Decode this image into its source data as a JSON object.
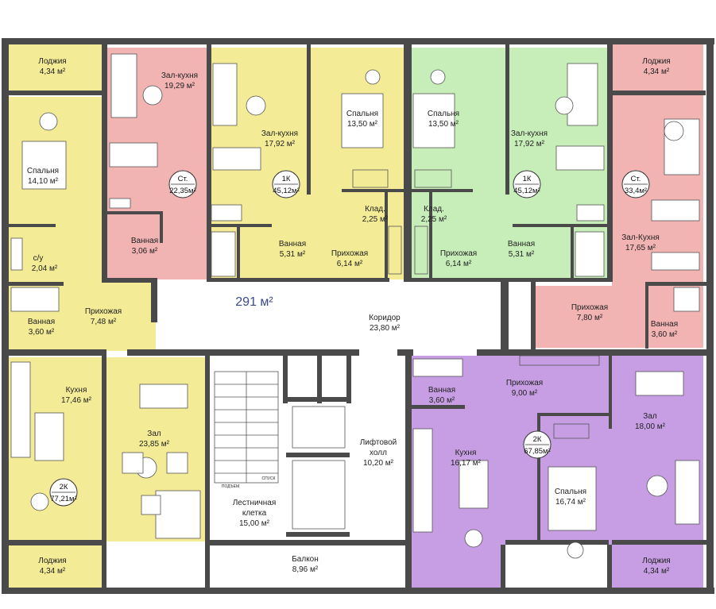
{
  "colors": {
    "pink": "#f2b3b3",
    "yellow": "#f3eb95",
    "green": "#c7eeb9",
    "purple": "#c79ee4",
    "corridor": "#ffffff",
    "wall": "#4a4a4a"
  },
  "total_area": "291 м²",
  "apartments": [
    {
      "id": "st-left",
      "type": "Ст.",
      "area": "22,35м²",
      "color": "pink"
    },
    {
      "id": "1k-left",
      "type": "1К",
      "area": "45,12м²",
      "color": "yellow"
    },
    {
      "id": "1k-right",
      "type": "1К",
      "area": "45,12м²",
      "color": "green"
    },
    {
      "id": "st-right",
      "type": "Ст.",
      "area": "33,4м²",
      "color": "pink"
    },
    {
      "id": "2k-left",
      "type": "2К",
      "area": "77,21м²",
      "color": "yellow"
    },
    {
      "id": "2k-right",
      "type": "2К",
      "area": "67,85м²",
      "color": "purple"
    }
  ],
  "rooms": {
    "loggia_tl": {
      "name": "Лоджия",
      "area": "4,34 м²"
    },
    "zal_kitchen_st_left": {
      "name": "Зал-кухня",
      "area": "19,29 м²"
    },
    "bedroom_left": {
      "name": "Спальня",
      "area": "14,10 м²"
    },
    "bath_st_left": {
      "name": "Ванная",
      "area": "3,06 м²"
    },
    "wc_left": {
      "name": "с/у",
      "area": "2,04 м²"
    },
    "zal_kitchen_1k_left": {
      "name": "Зал-кухня",
      "area": "17,92 м²"
    },
    "bedroom_1k_left": {
      "name": "Спальня",
      "area": "13,50 м²"
    },
    "storage_left": {
      "name": "Клад.",
      "area": "2,25 м²"
    },
    "bath_1k_left": {
      "name": "Ванная",
      "area": "5,31 м²"
    },
    "hall_1k_left": {
      "name": "Прихожая",
      "area": "6,14 м²"
    },
    "bedroom_1k_right": {
      "name": "Спальня",
      "area": "13,50 м²"
    },
    "storage_right": {
      "name": "Клад.",
      "area": "2,25 м²"
    },
    "hall_1k_right": {
      "name": "Прихожая",
      "area": "6,14 м²"
    },
    "zal_kitchen_1k_right": {
      "name": "Зал-кухня",
      "area": "17,92 м²"
    },
    "bath_1k_right": {
      "name": "Ванная",
      "area": "5,31 м²"
    },
    "loggia_tr": {
      "name": "Лоджия",
      "area": "4,34 м²"
    },
    "zal_kitchen_st_right": {
      "name": "Зал-Кухня",
      "area": "17,65 м²"
    },
    "hall_st_right": {
      "name": "Прихожая",
      "area": "7,80 м²"
    },
    "bath_st_right": {
      "name": "Ванная",
      "area": "3,60 м²"
    },
    "bath_2k_left": {
      "name": "Ванная",
      "area": "3,60 м²"
    },
    "hall_2k_left": {
      "name": "Прихожая",
      "area": "7,48 м²"
    },
    "corridor": {
      "name": "Коридор",
      "area": "23,80 м²"
    },
    "kitchen_2k_left": {
      "name": "Кухня",
      "area": "17,46 м²"
    },
    "zal_2k_left": {
      "name": "Зал",
      "area": "23,85 м²"
    },
    "loggia_bl": {
      "name": "Лоджия",
      "area": "4,34 м²"
    },
    "stair": {
      "name1": "Лестничная",
      "name2": "клетка",
      "area": "15,00 м²"
    },
    "lift_hall": {
      "name1": "Лифтовой",
      "name2": "холл",
      "area": "10,20 м²"
    },
    "balcony": {
      "name": "Балкон",
      "area": "8,96 м²"
    },
    "bath_2k_right": {
      "name": "Ванная",
      "area": "3,60 м²"
    },
    "hall_2k_right": {
      "name": "Прихожая",
      "area": "9,00 м²"
    },
    "kitchen_2k_right": {
      "name": "Кухня",
      "area": "16,17 м²"
    },
    "zal_2k_right": {
      "name": "Зал",
      "area": "18,00 м²"
    },
    "bedroom_2k_right": {
      "name": "Спальня",
      "area": "16,74 м²"
    },
    "loggia_br": {
      "name": "Лоджия",
      "area": "4,34 м²"
    }
  },
  "stair_marks": {
    "down": "ПОДЪЕМ",
    "up": "СПУСК"
  }
}
